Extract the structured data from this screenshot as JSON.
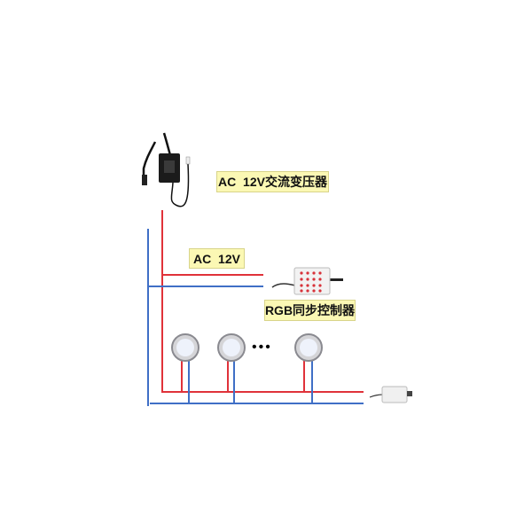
{
  "labels": {
    "transformer": "AC  12V交流变压器",
    "ac_line": "AC  12V",
    "controller": "RGB同步控制器"
  },
  "ellipsis": "•••",
  "colors": {
    "live_wire": "#e0323a",
    "neutral_wire": "#3f6fc6",
    "label_bg": "#fbf8b4"
  }
}
